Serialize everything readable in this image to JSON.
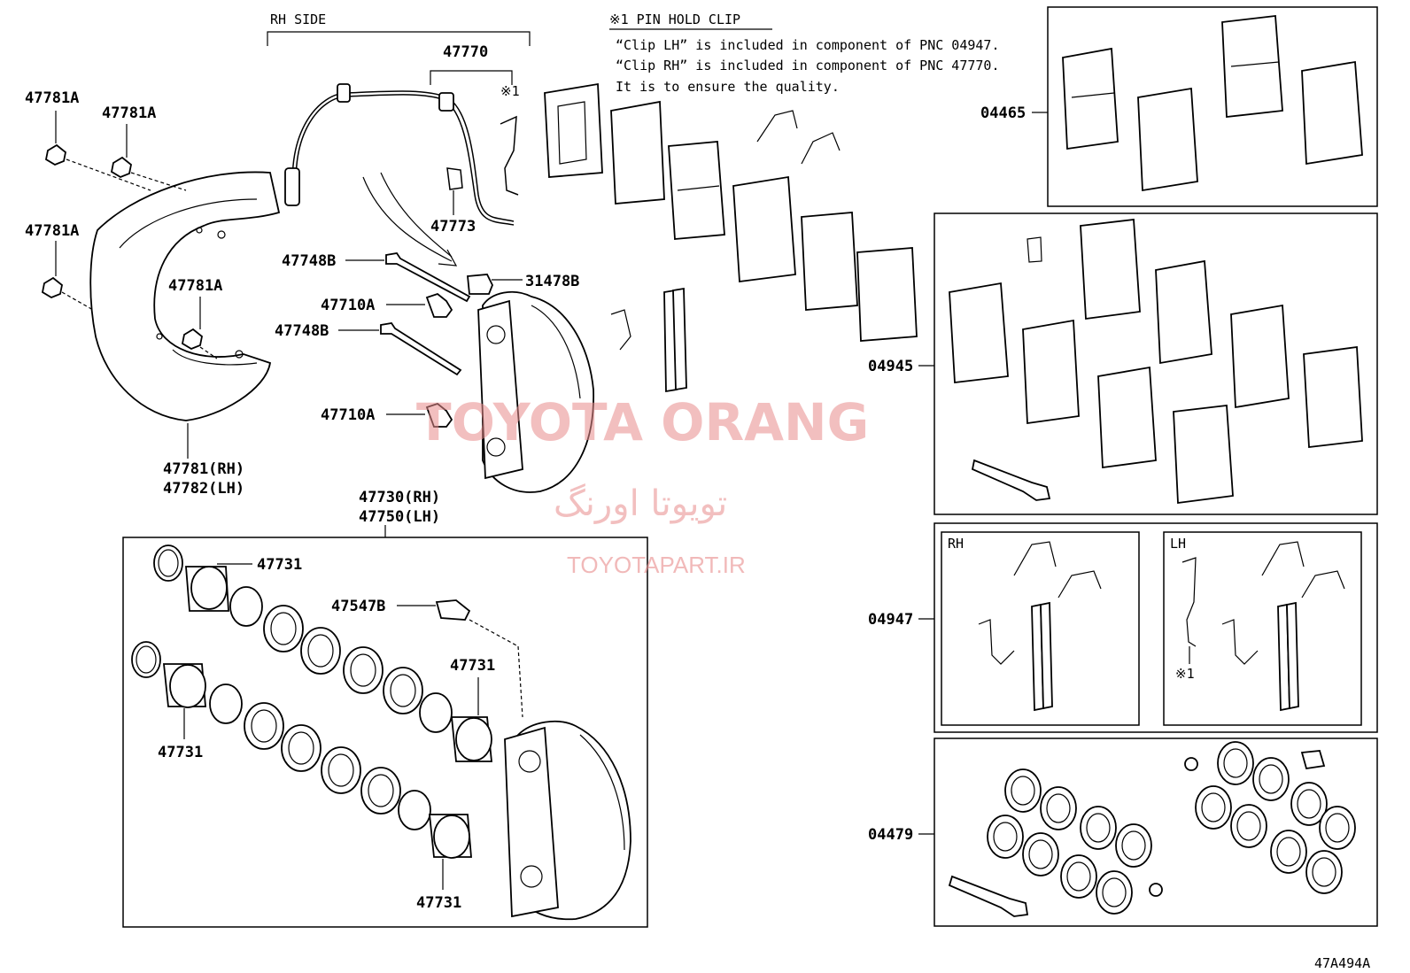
{
  "labels": {
    "rh_side": "RH SIDE",
    "p47770": "47770",
    "note_mark1": "※1",
    "p47773": "47773",
    "p47781a_1": "47781A",
    "p47781a_2": "47781A",
    "p47781a_3": "47781A",
    "p47781a_4": "47781A",
    "p47748b_1": "47748B",
    "p47748b_2": "47748B",
    "p47710a_1": "47710A",
    "p47710a_2": "47710A",
    "p31478b": "31478B",
    "p47781_rh": "47781(RH)",
    "p47782_lh": "47782(LH)",
    "p47730_rh": "47730(RH)",
    "p47750_lh": "47750(LH)",
    "p47731_1": "47731",
    "p47731_2": "47731",
    "p47731_3": "47731",
    "p47731_4": "47731",
    "p47547b": "47547B",
    "p04465": "04465",
    "p04945": "04945",
    "p04947": "04947",
    "p04479": "04479",
    "rh_box": "RH",
    "lh_box": "LH",
    "lh_mark1": "※1",
    "diagram_code": "47A494A"
  },
  "note": {
    "title": "※1 PIN HOLD CLIP",
    "line1": "“Clip LH” is included in component of PNC 04947.",
    "line2": "“Clip RH” is included in component of PNC 47770.",
    "line3": "It is to ensure the quality."
  },
  "watermark": {
    "brand": "TOYOTA ORANG",
    "brand_fa": "تویوتا اورنگ",
    "site": "TOYOTAPART.IR"
  }
}
